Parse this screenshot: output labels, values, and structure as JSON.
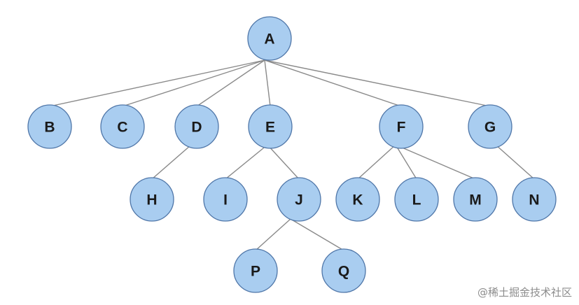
{
  "nodes": [
    {
      "id": "A",
      "label": "A",
      "parent": null
    },
    {
      "id": "B",
      "label": "B",
      "parent": "A"
    },
    {
      "id": "C",
      "label": "C",
      "parent": "A"
    },
    {
      "id": "D",
      "label": "D",
      "parent": "A"
    },
    {
      "id": "E",
      "label": "E",
      "parent": "A"
    },
    {
      "id": "F",
      "label": "F",
      "parent": "A"
    },
    {
      "id": "G",
      "label": "G",
      "parent": "A"
    },
    {
      "id": "H",
      "label": "H",
      "parent": "D"
    },
    {
      "id": "I",
      "label": "I",
      "parent": "E"
    },
    {
      "id": "J",
      "label": "J",
      "parent": "E"
    },
    {
      "id": "K",
      "label": "K",
      "parent": "F"
    },
    {
      "id": "L",
      "label": "L",
      "parent": "F"
    },
    {
      "id": "M",
      "label": "M",
      "parent": "F"
    },
    {
      "id": "N",
      "label": "N",
      "parent": "G"
    },
    {
      "id": "P",
      "label": "P",
      "parent": "J"
    },
    {
      "id": "Q",
      "label": "Q",
      "parent": "J"
    }
  ],
  "colors": {
    "node_fill": "#a9cdf0",
    "node_stroke": "#4f76a8",
    "edge": "#8a8a8a",
    "label": "#1a1a1a"
  },
  "watermark": "@稀土掘金技术社区"
}
